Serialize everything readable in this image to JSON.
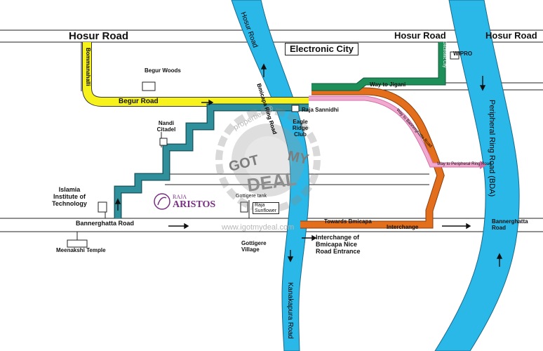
{
  "map": {
    "roads": {
      "hosur_road_left": "Hosur Road",
      "hosur_road_mid": "Hosur Road",
      "hosur_road_right": "Hosur Road",
      "bommanahalli": "Bommanahalli",
      "begur_road": "Begur Road",
      "hosur_ring_road": "Hosur Road",
      "bmicapa_ring_road": "Bmicapa Ring Road",
      "way_to_jigani": "Way to Jigani",
      "electronic_city_vertical": "Electronic City",
      "way_to_bannerghatta": "Way to Bannerghatta Road",
      "way_to_peripheral": "Way to Peripheral Ring Road",
      "peripheral_ring_road": "Peripheral Ring Road (BDA)",
      "bannerghatta_road_left": "Bannerghatta Road",
      "bannerghatta_road_right": "Bannerghatta Road",
      "towards_bmicapa": "Towards Bmicapa",
      "interchange": "Interchange",
      "kanakapura_road": "Kanakapura Road"
    },
    "places": {
      "electronic_city": "Electronic City",
      "wipro": "WIPRO",
      "begur_woods": "Begur Woods",
      "raja_sannidhi": "Raja Sannidhi",
      "eagle_ridge_club": "Eagle Ridge Club",
      "nandi_citadel": "Nandi Citadel",
      "islamia_institute": "Islamia Institute of Technology",
      "gottigere_tank": "Gottigere tank",
      "raja_sunflower": "Raja Sunflower",
      "meenakshi_temple": "Meenakshi Temple",
      "gottigere_village": "Gottigere Village",
      "interchange_nice": "Interchange of Bmicapa Nice Road Entrance"
    },
    "brand": {
      "raja": "RAJA",
      "aristos": "ARISTOS"
    },
    "watermark": {
      "properties": "properties @",
      "got": "GOT",
      "my": "MY",
      "deal": "DEAL",
      "url": "www.igotmydeal.com"
    },
    "colors": {
      "river_blue": "#29b8e8",
      "route_teal": "#2f8f9a",
      "begur_yellow": "#f7f21c",
      "interchange_orange": "#e36e1b",
      "pink_road": "#f0a9cf",
      "green_route": "#1f8f5a"
    }
  }
}
